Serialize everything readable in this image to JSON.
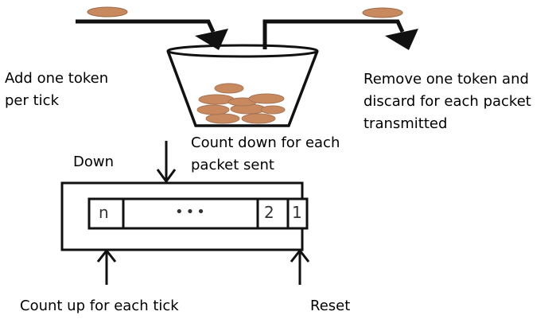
{
  "labels": {
    "add_token": [
      "Add one token",
      "per tick"
    ],
    "remove_token": [
      "Remove one token and",
      "discard for each packet",
      "transmitted"
    ],
    "count_down": [
      "Count  down for each",
      "packet sent"
    ],
    "down": "Down",
    "count_up": "Count up for each tick",
    "reset": "Reset"
  },
  "counter": {
    "cells": [
      "n",
      "•••",
      "2",
      "1"
    ]
  },
  "colors": {
    "token_fill": "#c8895e",
    "token_edge": "#8a5a3a",
    "line": "#111111"
  }
}
